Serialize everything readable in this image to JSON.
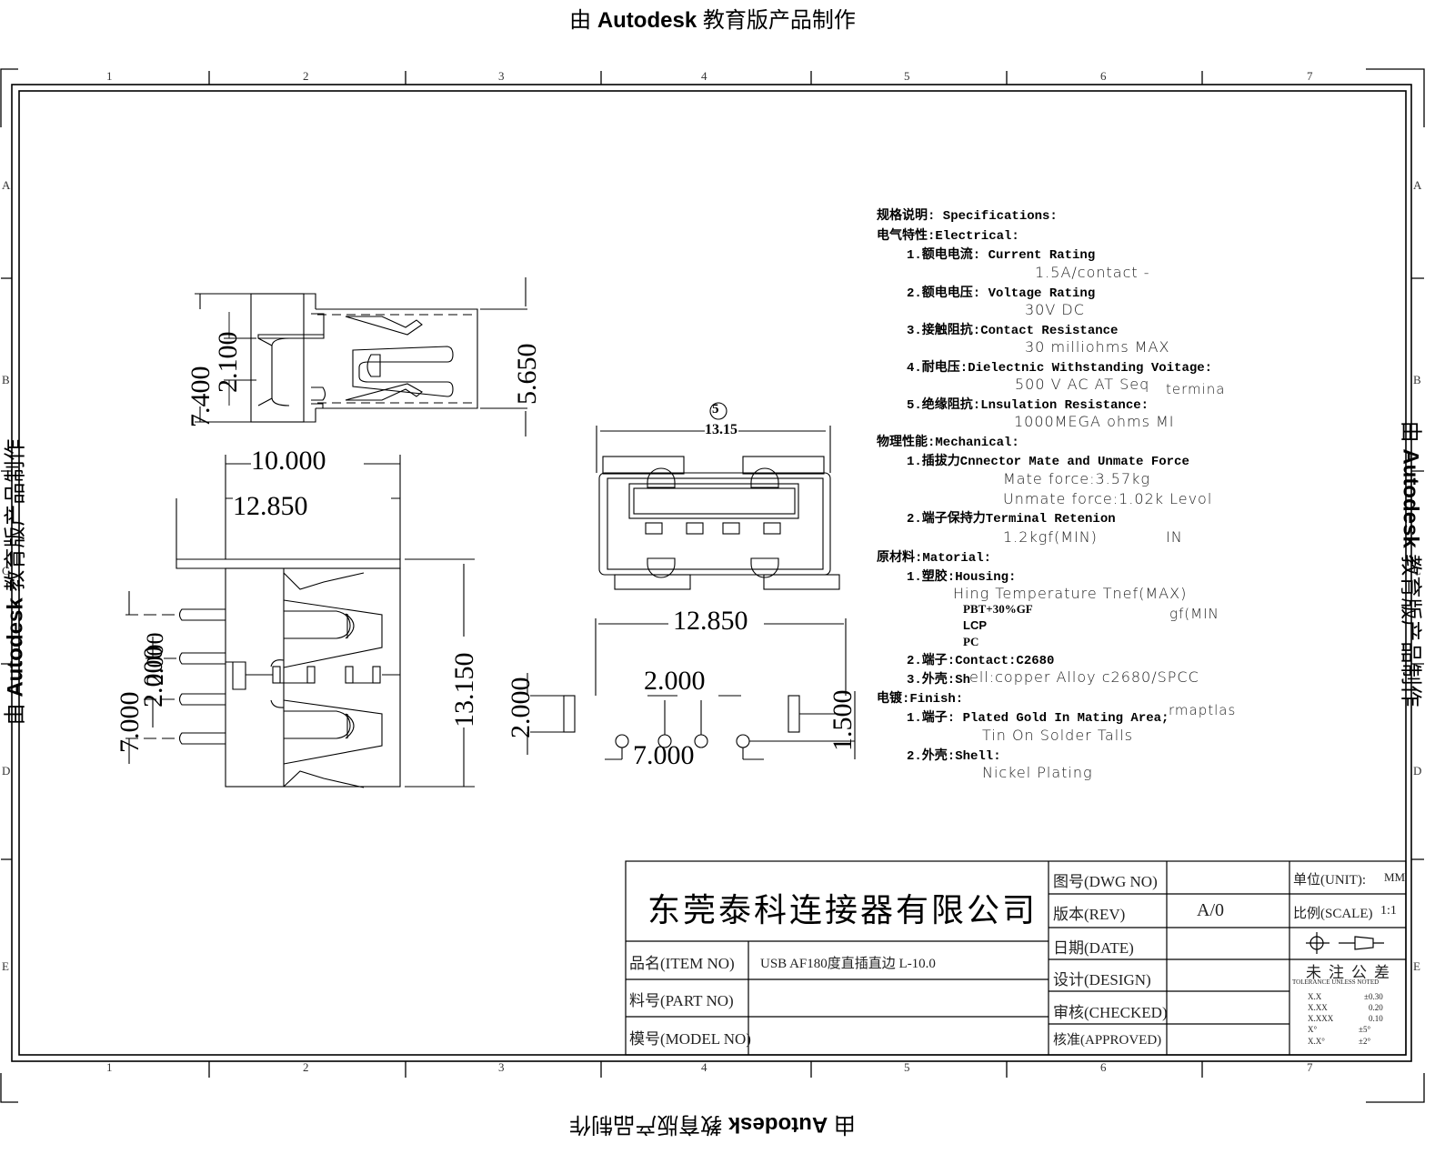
{
  "watermark": {
    "prefix": "由",
    "brand": "Autodesk",
    "suffix": "教育版产品制作"
  },
  "frame": {
    "columns": [
      "1",
      "2",
      "3",
      "4",
      "5",
      "6",
      "7"
    ],
    "rows": [
      "A",
      "B",
      "C",
      "D",
      "E"
    ]
  },
  "views": {
    "side_view": {
      "dims": [
        "7.400",
        "2.100",
        "5.650"
      ]
    },
    "top_view": {
      "dims": [
        "10.000",
        "12.850",
        "13.150",
        "7.000",
        "2.000",
        "2.000"
      ]
    },
    "front_view": {
      "balloon": "5",
      "width_dim": "13.15"
    },
    "pcb_layout": {
      "dims": [
        "12.850",
        "2.000",
        "2.000",
        "1.500",
        "7.000"
      ]
    }
  },
  "specs": {
    "title": "规格说明: Specifications:",
    "electrical": {
      "heading": "电气特性:Electrical:",
      "items": [
        {
          "label": "1.额电电流: Current Rating",
          "value": "1.5A/contact -"
        },
        {
          "label": "2.额电电压: Voltage Rating",
          "value": "30V DC"
        },
        {
          "label": "3.接触阻抗:Contact Resistance",
          "value": "30 milliohms MAX"
        },
        {
          "label": "4.耐电压:Dielectnic Withstanding Voitage:",
          "value": "500 V AC AT Seq",
          "overlap": "termina"
        },
        {
          "label": "5.绝缘阻抗:Lnsulation Resistance:",
          "value": "1000MEGA ohms MI"
        }
      ]
    },
    "mechanical": {
      "heading": "物理性能:Mechanical:",
      "items": [
        {
          "label": "1.插拔力Cnnector Mate and Unmate Force",
          "values": [
            "Mate force:3.57kg",
            "Unmate force:1.02k Levol"
          ]
        },
        {
          "label": "2.端子保持力Terminal Retenion",
          "values": [
            "1.2kgf(MIN)",
            "IN"
          ]
        }
      ]
    },
    "material": {
      "heading": "原材料:Matorial:",
      "housing_label": "1.塑胶:Housing:",
      "housing_temp": "Hing Temperature   Tnef(MAX)",
      "housing_overlap": "gf(MIN",
      "housing_options": [
        "PBT+30%GF",
        "LCP",
        "PC"
      ],
      "contact": "2.端子:Contact:C2680",
      "shell_label": "3.外壳:Sh",
      "shell_value": "ell:copper Alloy c2680/SPCC"
    },
    "finish": {
      "heading": "电镀:Finish:",
      "contact_label": "1.端子: Plated Gold In Mating Area;",
      "contact_overlap": "rmaptlas",
      "contact_value": "Tin On Solder Talls",
      "shell_label": "2.外壳:Shell:",
      "shell_value": "Nickel Plating"
    }
  },
  "title_block": {
    "company": "东莞泰科连接器有限公司",
    "item_no_label": "品名(ITEM NO)",
    "item_no_value": "USB AF180度直插直边 L-10.0",
    "part_no_label": "料号(PART NO)",
    "part_no_value": "",
    "model_no_label": "模号(MODEL NO)",
    "model_no_value": "",
    "dwg_no_label": "图号(DWG NO)",
    "dwg_no_value": "",
    "rev_label": "版本(REV)",
    "rev_value": "A/0",
    "date_label": "日期(DATE)",
    "date_value": "",
    "design_label": "设计(DESIGN)",
    "checked_label": "审核(CHECKED)",
    "approved_label": "核准(APPROVED)",
    "unit_label": "单位(UNIT):",
    "unit_value": "MM",
    "scale_label": "比例(SCALE)",
    "scale_value": "1:1",
    "tolerance_title": "未注公差",
    "tolerance_subtitle": "TOLERANCE UNLESS NOTED",
    "tolerances": [
      {
        "k": "X.X",
        "v": "±0.30"
      },
      {
        "k": "X.XX",
        "v": "0.20"
      },
      {
        "k": "X.XXX",
        "v": "0.10"
      },
      {
        "k": "X°",
        "v": "±5°"
      },
      {
        "k": "X.X°",
        "v": "±2°"
      }
    ]
  }
}
